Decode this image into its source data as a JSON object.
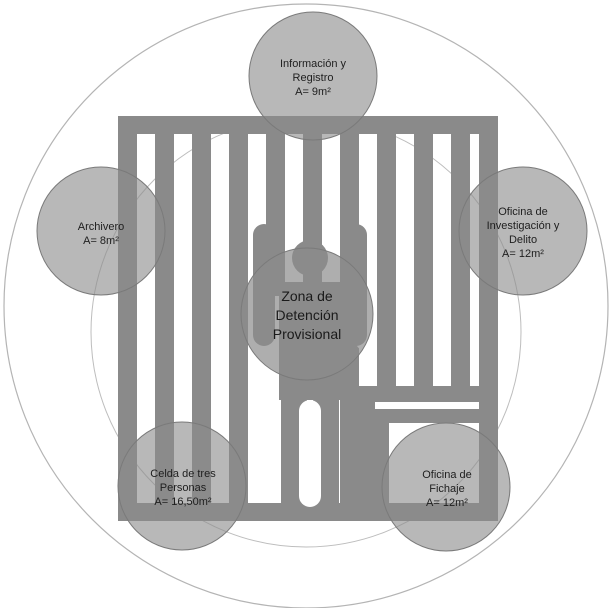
{
  "diagram": {
    "center": {
      "lines": [
        "Zona de",
        "Detención",
        "Provisional"
      ]
    },
    "rooms": [
      {
        "id": "informacion",
        "lines": [
          "Información y",
          "Registro",
          "A= 9m²"
        ]
      },
      {
        "id": "oficina-investigacion",
        "lines": [
          "Oficina de",
          "Investigación y",
          "Delito",
          "A= 12m²"
        ]
      },
      {
        "id": "oficina-fichaje",
        "lines": [
          "Oficina de",
          "Fichaje",
          "A= 12m²"
        ]
      },
      {
        "id": "celda",
        "lines": [
          "Celda de tres",
          "Personas",
          "A= 16,50m²"
        ]
      },
      {
        "id": "archivero",
        "lines": [
          "Archivero",
          "A= 8m²"
        ]
      }
    ],
    "colors": {
      "bars": "#8a8a8a",
      "bubble": "#8c8c8c",
      "ring": "#b4b4b4",
      "text": "#1e1e1e"
    }
  }
}
